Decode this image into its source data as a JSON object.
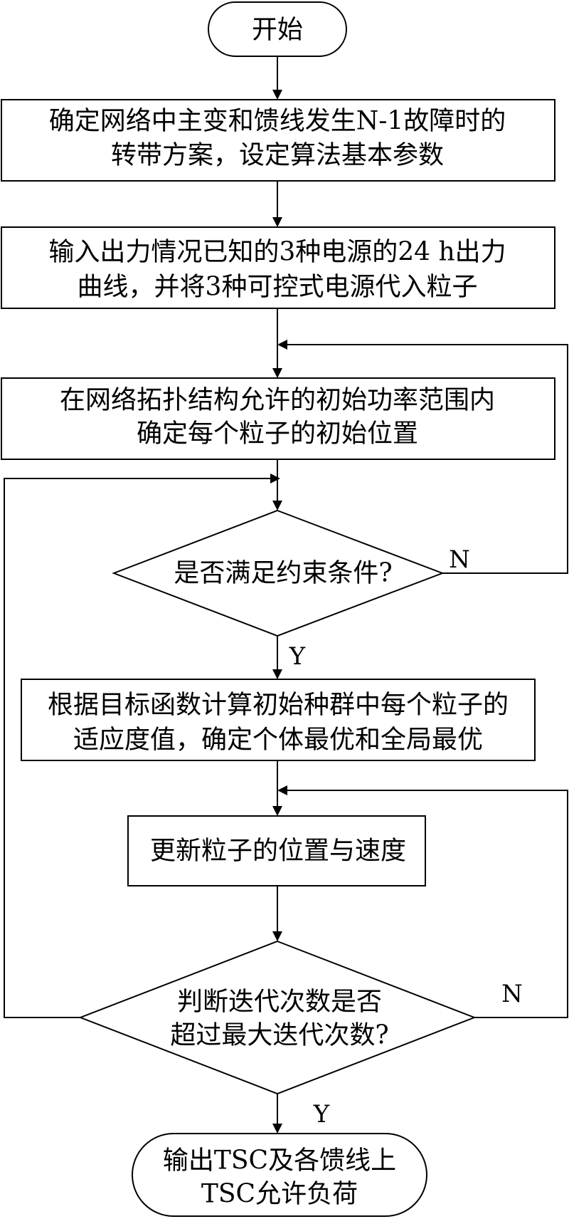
{
  "flowchart": {
    "start": "开始",
    "step1": [
      "确定网络中主变和馈线发生N-1故障时的",
      "转带方案，设定算法基本参数"
    ],
    "step2": [
      "输入出力情况已知的3种电源的24 h出力",
      "曲线，并将3种可控式电源代入粒子"
    ],
    "step3": [
      "在网络拓扑结构允许的初始功率范围内",
      "确定每个粒子的初始位置"
    ],
    "decision1": "是否满足约束条件?",
    "step4": [
      "根据目标函数计算初始种群中每个粒子的",
      "适应度值，确定个体最优和全局最优"
    ],
    "step5": "更新粒子的位置与速度",
    "decision2": [
      "判断迭代次数是否",
      "超过最大迭代次数?"
    ],
    "end": [
      "输出TSC及各馈线上",
      "TSC允许负荷"
    ],
    "labels": {
      "decision1_no": "N",
      "decision1_yes": "Y",
      "decision2_no": "N",
      "decision2_yes": "Y"
    }
  }
}
